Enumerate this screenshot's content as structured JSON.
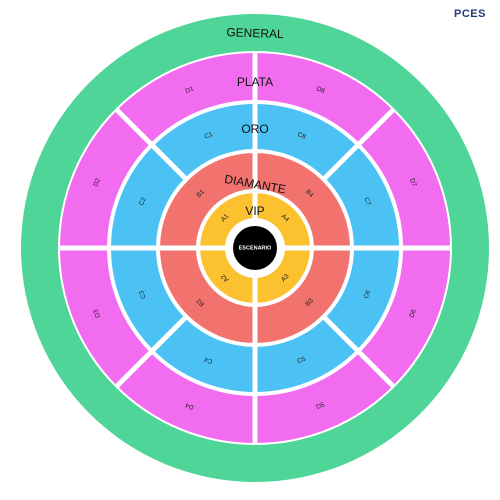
{
  "brand": "PCES",
  "stage": {
    "label": "ESCENARIO"
  },
  "zones": [
    {
      "key": "general",
      "name": "GENERAL",
      "color": "#4fd597",
      "sections": []
    },
    {
      "key": "plata",
      "name": "PLATA",
      "color": "#f26cf0",
      "sections": [
        "D1",
        "D2",
        "D3",
        "D4",
        "D5",
        "D6",
        "D7",
        "D8"
      ]
    },
    {
      "key": "oro",
      "name": "ORO",
      "color": "#4cc2f4",
      "sections": [
        "C1",
        "C2",
        "C3",
        "C4",
        "C5",
        "C6",
        "C7",
        "C8"
      ]
    },
    {
      "key": "diamante",
      "name": "DIAMANTE",
      "color": "#f2726e",
      "sections": [
        "B1",
        "B2",
        "B3",
        "B4"
      ]
    },
    {
      "key": "vip",
      "name": "VIP",
      "color": "#fcc12e",
      "sections": [
        "A1",
        "A2",
        "A3",
        "A4"
      ]
    }
  ]
}
